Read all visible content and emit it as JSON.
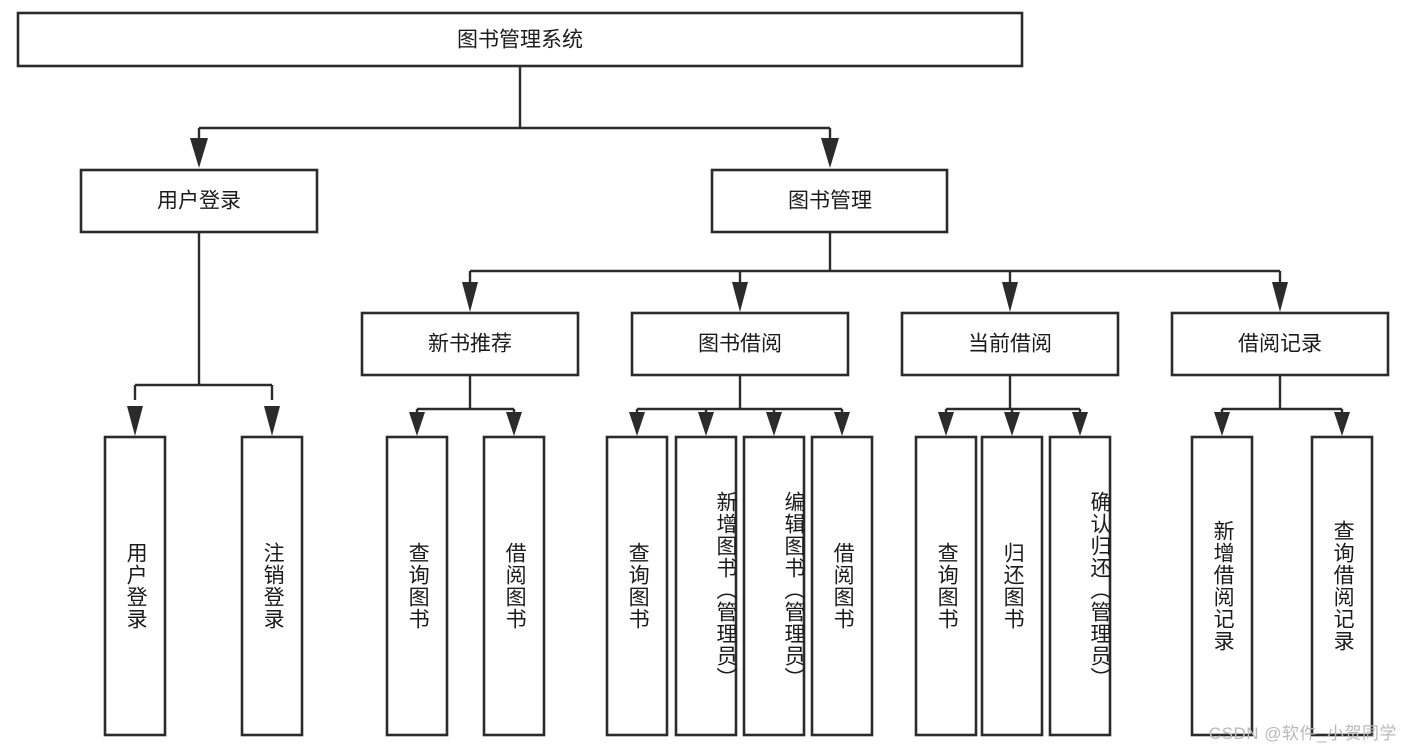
{
  "diagram": {
    "title": "图书管理系统",
    "type": "hierarchy-tree",
    "watermark": "CSDN @软件_小贺同学",
    "colors": {
      "stroke": "#2b2b2b",
      "box_fill": "#ffffff",
      "text": "#1b1b1b",
      "background": "#ffffff",
      "watermark": "#b9b9b9"
    },
    "levels": {
      "root": {
        "label": "图书管理系统"
      },
      "level2": [
        {
          "label": "用户登录"
        },
        {
          "label": "图书管理"
        }
      ],
      "level3": [
        {
          "label": "新书推荐"
        },
        {
          "label": "图书借阅"
        },
        {
          "label": "当前借阅"
        },
        {
          "label": "借阅记录"
        }
      ],
      "leaves": {
        "user_login": [
          {
            "label": "用户登录"
          },
          {
            "label": "注销登录"
          }
        ],
        "new_book_recommend": [
          {
            "label": "查询图书"
          },
          {
            "label": "借阅图书"
          }
        ],
        "book_borrow": [
          {
            "label": "查询图书"
          },
          {
            "label": "新增图书（管理员）"
          },
          {
            "label": "编辑图书（管理员）"
          },
          {
            "label": "借阅图书"
          }
        ],
        "current_borrow": [
          {
            "label": "查询图书"
          },
          {
            "label": "归还图书"
          },
          {
            "label": "确认归还（管理员）"
          }
        ],
        "borrow_record": [
          {
            "label": "新增借阅记录"
          },
          {
            "label": "查询借阅记录"
          }
        ]
      }
    }
  }
}
